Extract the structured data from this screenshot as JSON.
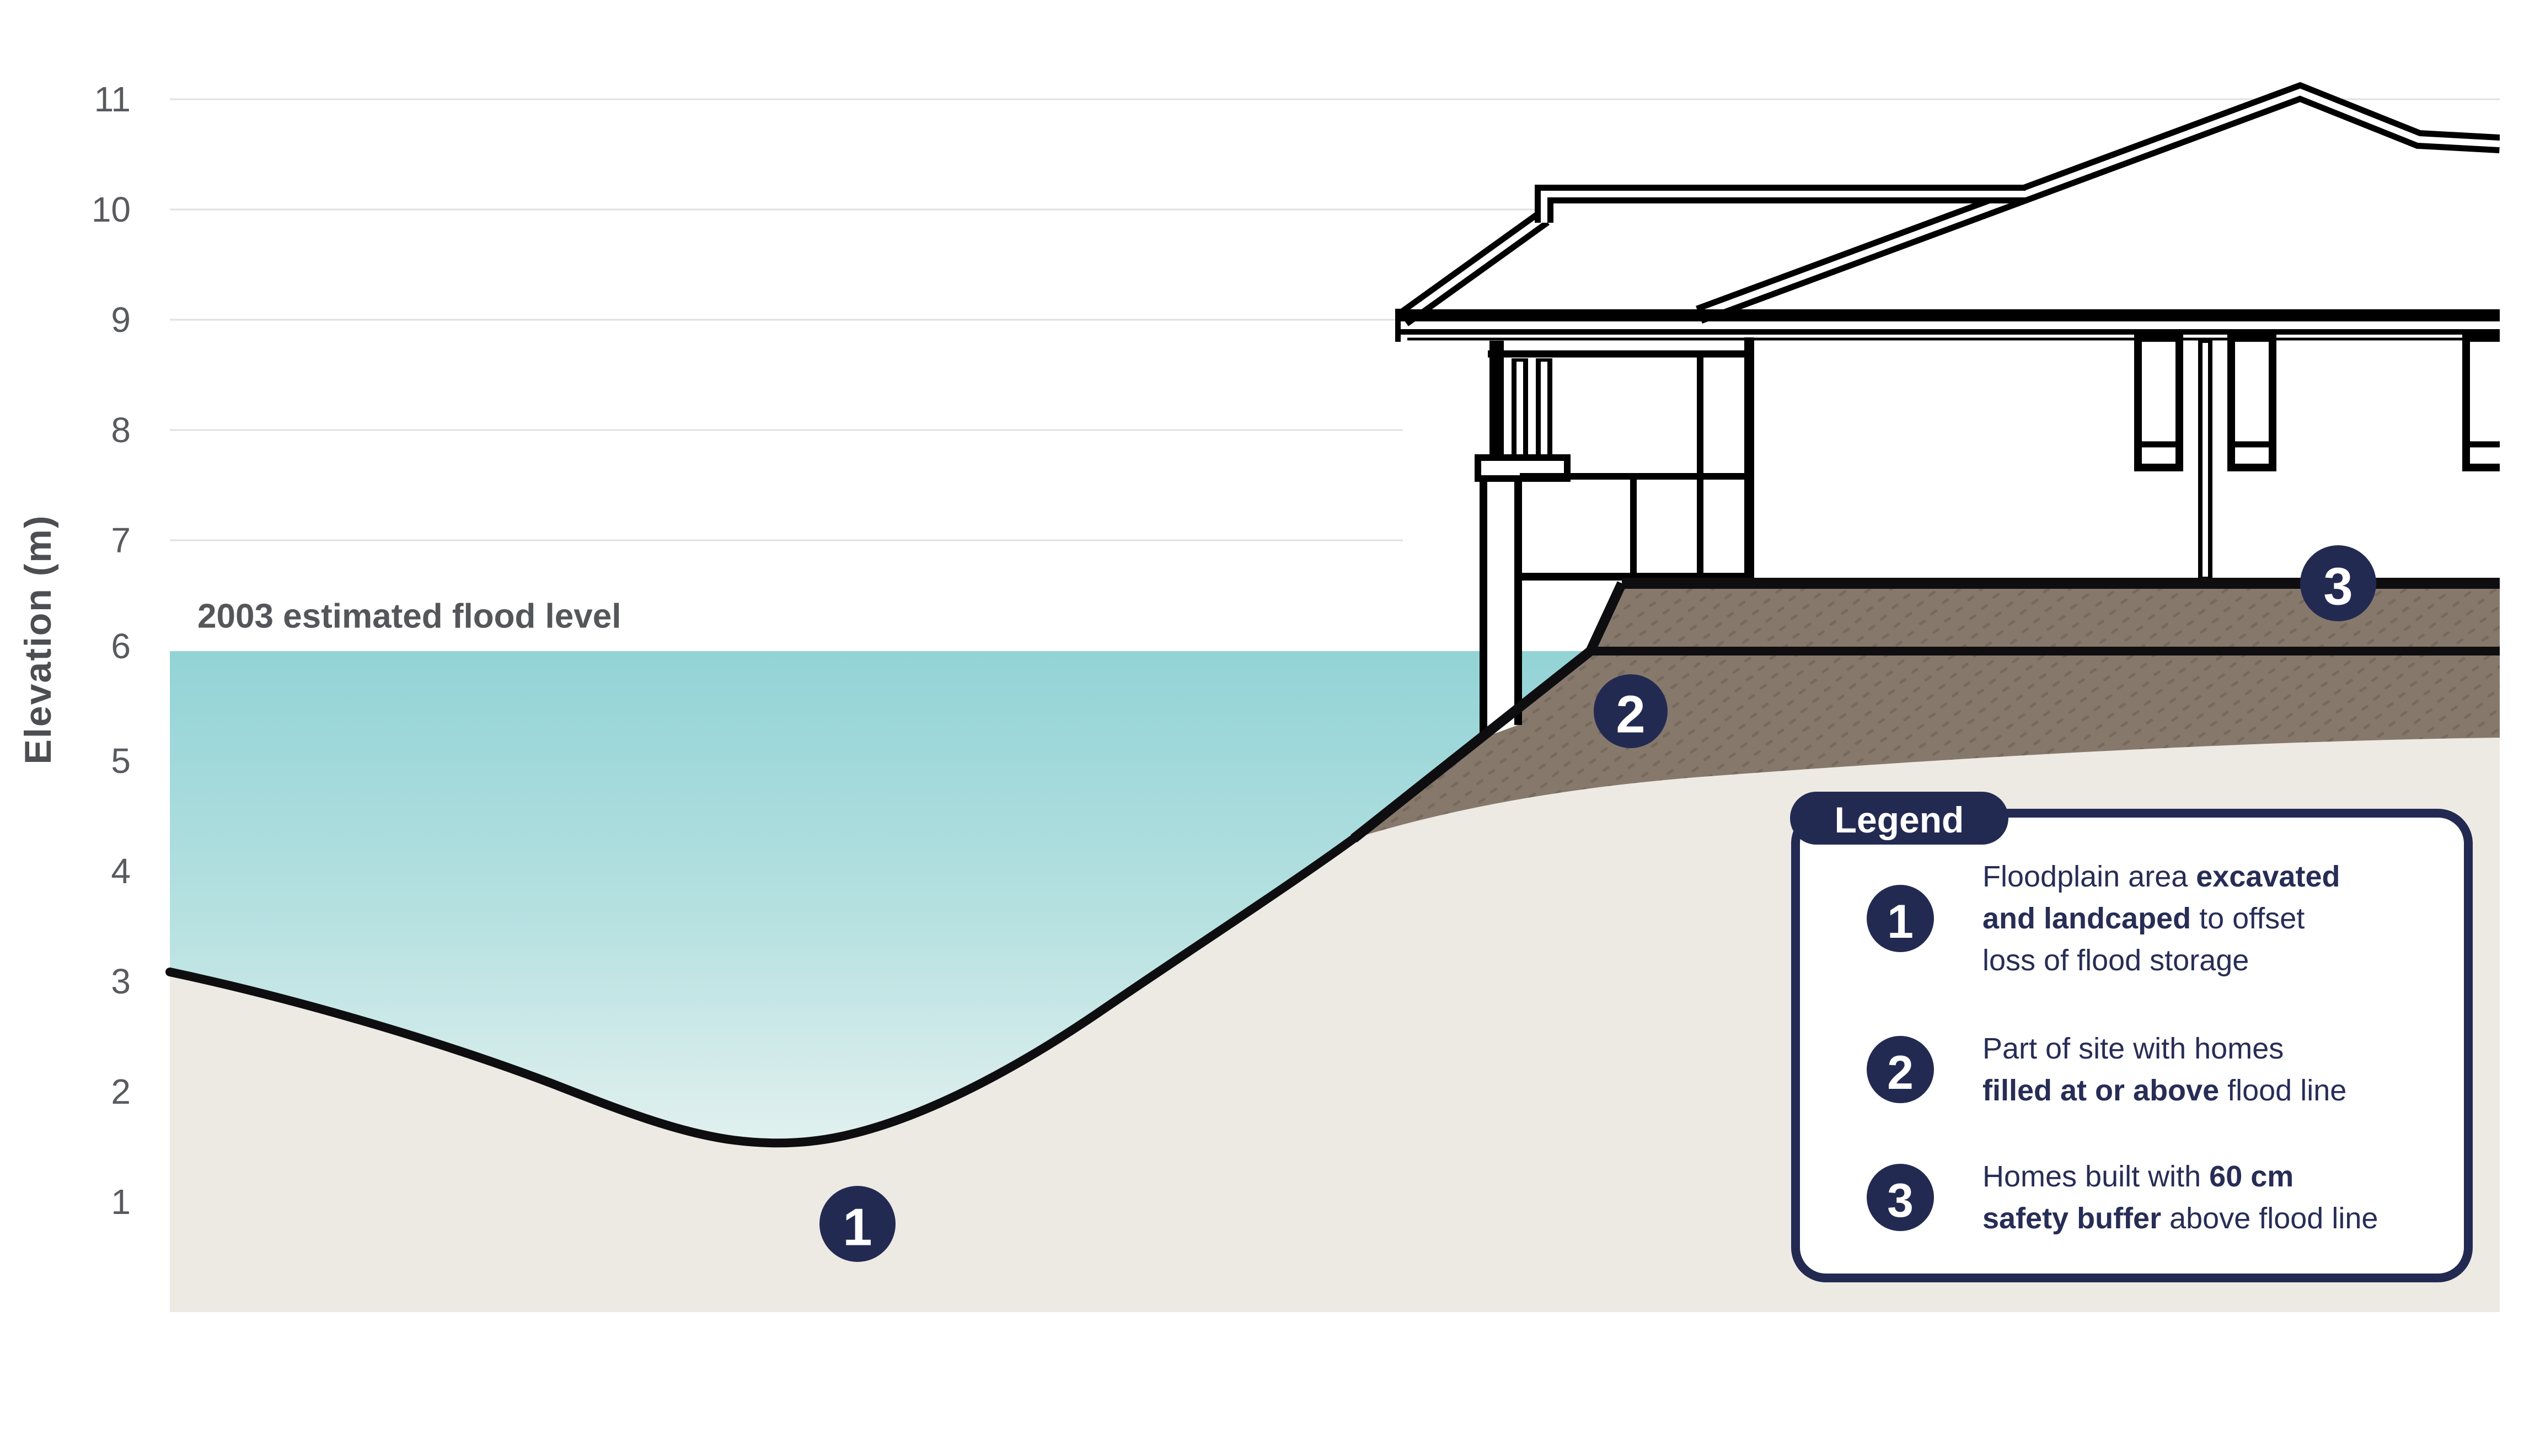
{
  "axis": {
    "title": "Elevation (m)",
    "ticks": [
      "11",
      "10",
      "9",
      "8",
      "7",
      "6",
      "5",
      "4",
      "3",
      "2",
      "1"
    ]
  },
  "flood": {
    "label": "2003 estimated flood level"
  },
  "badges": {
    "b1": "1",
    "b2": "2",
    "b3": "3"
  },
  "legend": {
    "title": "Legend",
    "items": [
      {
        "num": "1",
        "lines": [
          [
            {
              "t": "Floodplain area ",
              "b": false
            },
            {
              "t": "excavated",
              "b": true
            }
          ],
          [
            {
              "t": "and landcaped",
              "b": true
            },
            {
              "t": " to offset",
              "b": false
            }
          ],
          [
            {
              "t": "loss of flood storage",
              "b": false
            }
          ]
        ]
      },
      {
        "num": "2",
        "lines": [
          [
            {
              "t": "Part of site with homes",
              "b": false
            }
          ],
          [
            {
              "t": "filled at or above",
              "b": true
            },
            {
              "t": " flood line",
              "b": false
            }
          ]
        ]
      },
      {
        "num": "3",
        "lines": [
          [
            {
              "t": "Homes built with ",
              "b": false
            },
            {
              "t": "60 cm",
              "b": true
            }
          ],
          [
            {
              "t": "safety buffer",
              "b": true
            },
            {
              "t": " above flood line",
              "b": false
            }
          ]
        ]
      }
    ]
  },
  "colors": {
    "navy": "#232a52",
    "water_top": "#92d3d6",
    "water_bottom": "#e2f1ef",
    "ground": "#edeae4",
    "fill_soil": "#86796c",
    "gridline": "#e0e0e0",
    "text_gray": "#55565a",
    "line_black": "#0e0e10"
  },
  "chart_data": {
    "type": "diagram-cross-section",
    "ylabel": "Elevation (m)",
    "ylim": [
      0,
      11
    ],
    "flood_level_m": 6,
    "fill_platform_level_m": 6.6,
    "safety_buffer_cm": 60,
    "ground_profile_m": [
      {
        "x_frac": 0.0,
        "elev": 3.1
      },
      {
        "x_frac": 0.25,
        "elev": 1.65
      },
      {
        "x_frac": 0.51,
        "elev": 4.3
      },
      {
        "x_frac": 0.61,
        "elev": 6.0
      },
      {
        "x_frac": 0.62,
        "elev": 6.6
      }
    ],
    "annotations": [
      "1: floodplain area excavated and landscaped",
      "2: site fill at or above flood line",
      "3: homes built 60 cm above flood line"
    ]
  }
}
